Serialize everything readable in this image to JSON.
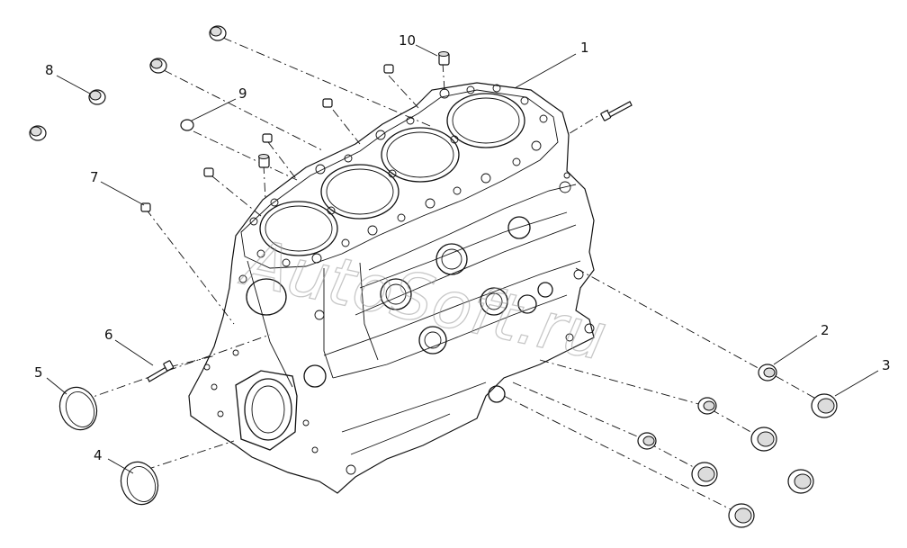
{
  "diagram": {
    "callouts": [
      {
        "id": "c1",
        "label": "1"
      },
      {
        "id": "c2",
        "label": "2"
      },
      {
        "id": "c3",
        "label": "3"
      },
      {
        "id": "c4",
        "label": "4"
      },
      {
        "id": "c5",
        "label": "5"
      },
      {
        "id": "c6",
        "label": "6"
      },
      {
        "id": "c7",
        "label": "7"
      },
      {
        "id": "c8",
        "label": "8"
      },
      {
        "id": "c9",
        "label": "9"
      },
      {
        "id": "c10",
        "label": "10"
      }
    ],
    "watermark": "AutoSoft.ru"
  }
}
